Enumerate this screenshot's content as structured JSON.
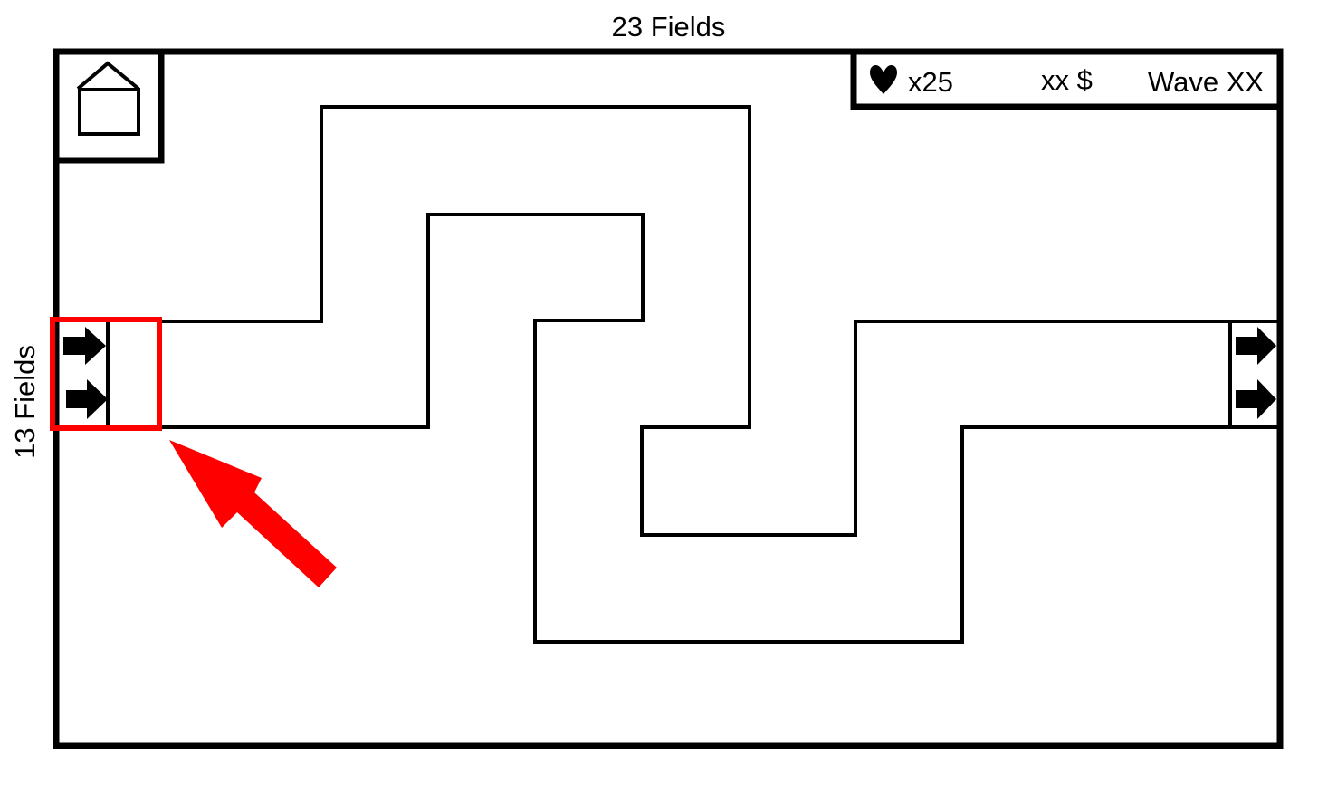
{
  "map_labels": {
    "width_label": "23 Fields",
    "height_label": "13 Fields"
  },
  "hud": {
    "lives_label": "x25",
    "money_label": "xx $",
    "wave_label": "Wave XX",
    "lives_icon": "heart-icon"
  },
  "menu": {
    "icon": "home-icon"
  },
  "spawn": {
    "icon": "arrow-right-icon"
  },
  "exit": {
    "icon": "arrow-right-icon"
  },
  "highlight": {
    "color": "#ff0000",
    "icon": "pointer-arrow-icon"
  },
  "colors": {
    "line": "#000000",
    "background": "#ffffff",
    "highlight": "#ff0000"
  }
}
